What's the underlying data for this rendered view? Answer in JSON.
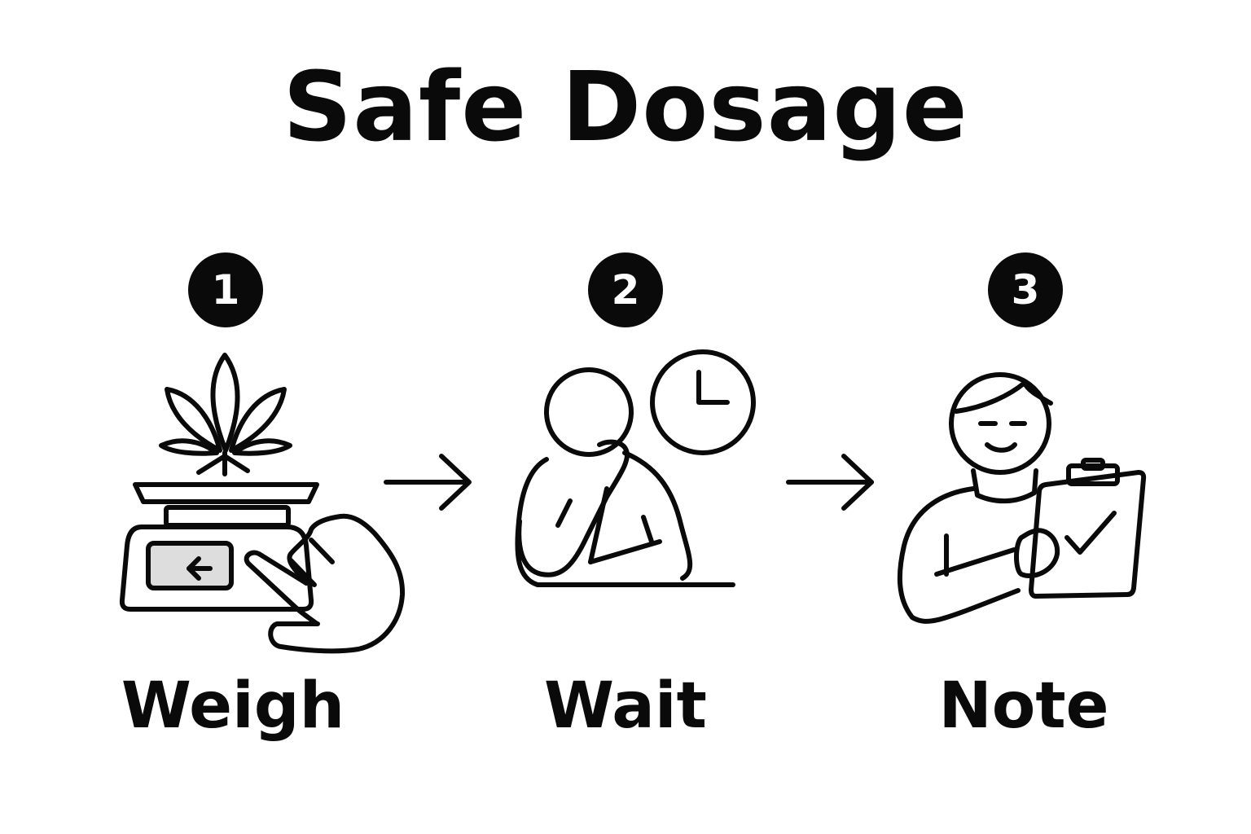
{
  "title": "Safe Dosage",
  "steps": [
    {
      "number": "1",
      "label": "Weigh",
      "icon": "scale-with-cannabis-leaf-icon"
    },
    {
      "number": "2",
      "label": "Wait",
      "icon": "thinking-person-clock-icon"
    },
    {
      "number": "3",
      "label": "Note",
      "icon": "person-with-clipboard-icon"
    }
  ],
  "colors": {
    "ink": "#0a0a0a",
    "background": "#ffffff",
    "screen": "#dddddd"
  }
}
